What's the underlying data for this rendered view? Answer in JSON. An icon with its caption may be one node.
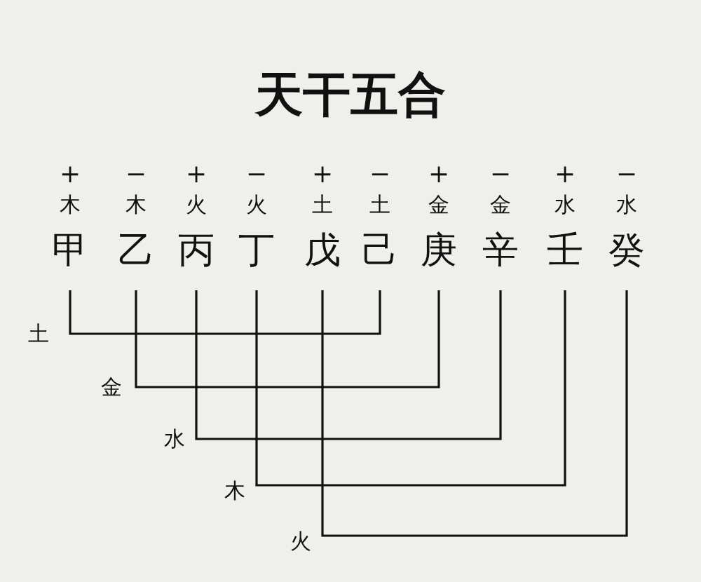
{
  "diagram": {
    "title": "天干五合",
    "nodes": [
      {
        "text": [
          "甲"
        ],
        "beside": [
          "+",
          "木"
        ]
      },
      {
        "text": [
          "乙"
        ],
        "beside": [
          "−",
          "木"
        ]
      },
      {
        "text": [
          "丙"
        ],
        "beside": [
          "+",
          "火"
        ]
      },
      {
        "text": [
          "丁"
        ],
        "beside": [
          "−",
          "火"
        ]
      },
      {
        "text": [
          "戊"
        ],
        "beside": [
          "+",
          "土"
        ]
      },
      {
        "text": [
          "己"
        ],
        "beside": [
          "−",
          "土"
        ]
      },
      {
        "text": [
          "庚"
        ],
        "beside": [
          "+",
          "金"
        ]
      },
      {
        "text": [
          "辛"
        ],
        "beside": [
          "−",
          "金"
        ]
      },
      {
        "text": [
          "壬"
        ],
        "beside": [
          "+",
          "水"
        ]
      },
      {
        "text": [
          "癸"
        ],
        "beside": [
          "−",
          "水"
        ]
      }
    ],
    "edges": [
      {
        "from": 0,
        "to": 5,
        "arrow": "none",
        "label": "土"
      },
      {
        "from": 1,
        "to": 6,
        "arrow": "none",
        "label": "金"
      },
      {
        "from": 2,
        "to": 7,
        "arrow": "none",
        "label": "水"
      },
      {
        "from": 3,
        "to": 8,
        "arrow": "none",
        "label": "木"
      },
      {
        "from": 4,
        "to": 9,
        "arrow": "none",
        "label": "火"
      }
    ]
  }
}
